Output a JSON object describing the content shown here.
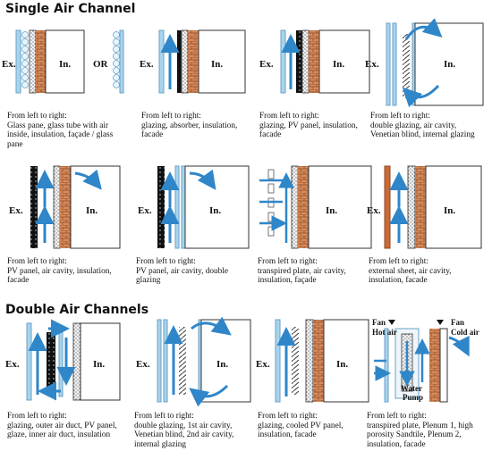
{
  "sections": {
    "single": "Single Air Channel",
    "double": "Double Air Channels"
  },
  "labels": {
    "ex": "Ex.",
    "in": "In.",
    "or": "OR"
  },
  "extra": {
    "fan": "Fan",
    "hot_air": "Hot air",
    "cold_air": "Cold air",
    "water": "Water",
    "pump": "Pump"
  },
  "colors": {
    "arrow": "#2f86c9",
    "glass": "#a8d4ee",
    "brick": "#d88a5a",
    "insulation": "#f2f2f2",
    "dark": "#111111"
  },
  "panels": [
    {
      "caption": [
        "From left to right:",
        "Glass pane, glass tube with air",
        "inside, insulation, façade / glass",
        "pane"
      ]
    },
    {
      "caption": [
        "From left to right:",
        "glazing, absorber, insulation,",
        "facade"
      ]
    },
    {
      "caption": [
        "From left to right:",
        "glazing, PV panel, insulation,",
        "facade"
      ]
    },
    {
      "caption": [
        "From left to right:",
        "double glazing, air cavity,",
        "Venetian blind, internal glazing"
      ]
    },
    {
      "caption": [
        "From left to right:",
        "PV panel, air cavity, insulation,",
        "facade"
      ]
    },
    {
      "caption": [
        "From left to right:",
        "PV panel, air cavity, double",
        "glazing"
      ]
    },
    {
      "caption": [
        "From left to right:",
        "transpired plate, air cavity,",
        "insulation, façade"
      ]
    },
    {
      "caption": [
        "From left to right:",
        "external sheet, air cavity,",
        "insulation, facade"
      ]
    },
    {
      "caption": [
        "From left to right:",
        "glazing, outer air duct, PV panel,",
        "glaze, inner air duct, insulation"
      ]
    },
    {
      "caption": [
        "From left to right:",
        "double glazing, 1st air cavity,",
        "Venetian blind, 2nd air cavity,",
        "internal glazing"
      ]
    },
    {
      "caption": [
        "From left to right:",
        "glazing, cooled PV panel,",
        "insulation, facade"
      ]
    },
    {
      "caption": [
        "From left to right:",
        "transpired plate, Plenum 1, high",
        "porosity Sandtile, Plenum 2,",
        "insulation, facade"
      ]
    }
  ]
}
